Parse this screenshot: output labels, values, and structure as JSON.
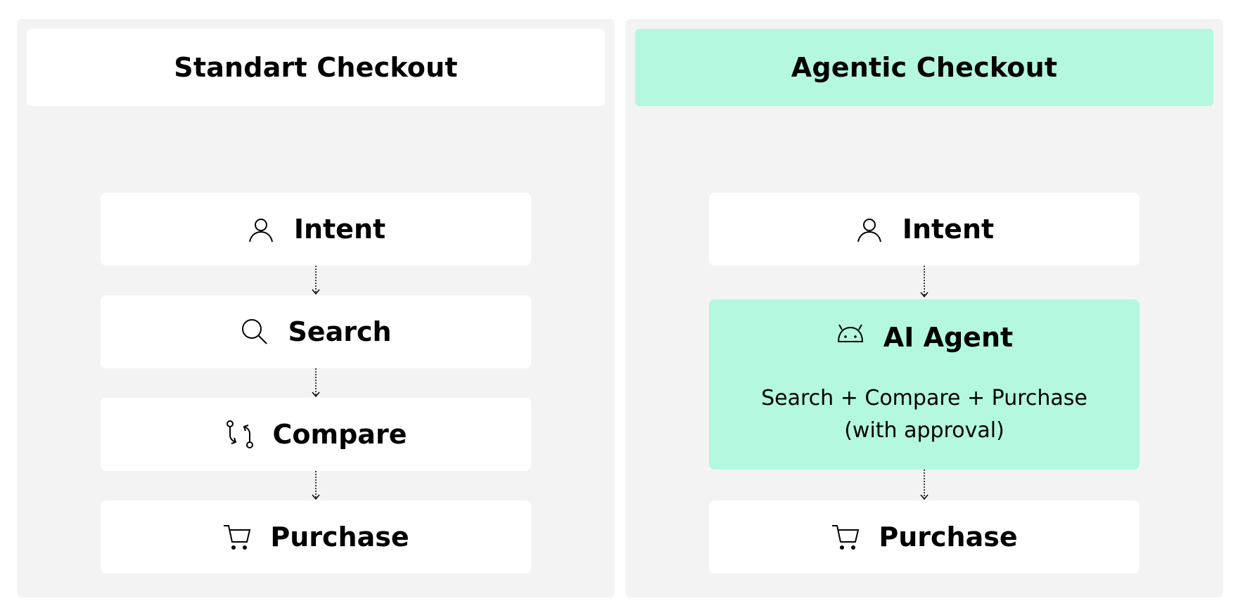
{
  "colors": {
    "panel_bg": "#f3f3f3",
    "card_bg": "#ffffff",
    "accent": "#b3f8df",
    "text": "#000000"
  },
  "standard": {
    "title": "Standart Checkout",
    "steps": [
      {
        "label": "Intent",
        "icon": "user-icon"
      },
      {
        "label": "Search",
        "icon": "search-icon"
      },
      {
        "label": "Compare",
        "icon": "compare-icon"
      },
      {
        "label": "Purchase",
        "icon": "cart-icon"
      }
    ]
  },
  "agentic": {
    "title": "Agentic Checkout",
    "intent": {
      "label": "Intent",
      "icon": "user-icon"
    },
    "agent": {
      "label": "AI Agent",
      "icon": "robot-icon",
      "desc_line1": "Search + Compare + Purchase",
      "desc_line2": "(with approval)"
    },
    "purchase": {
      "label": "Purchase",
      "icon": "cart-icon"
    }
  }
}
